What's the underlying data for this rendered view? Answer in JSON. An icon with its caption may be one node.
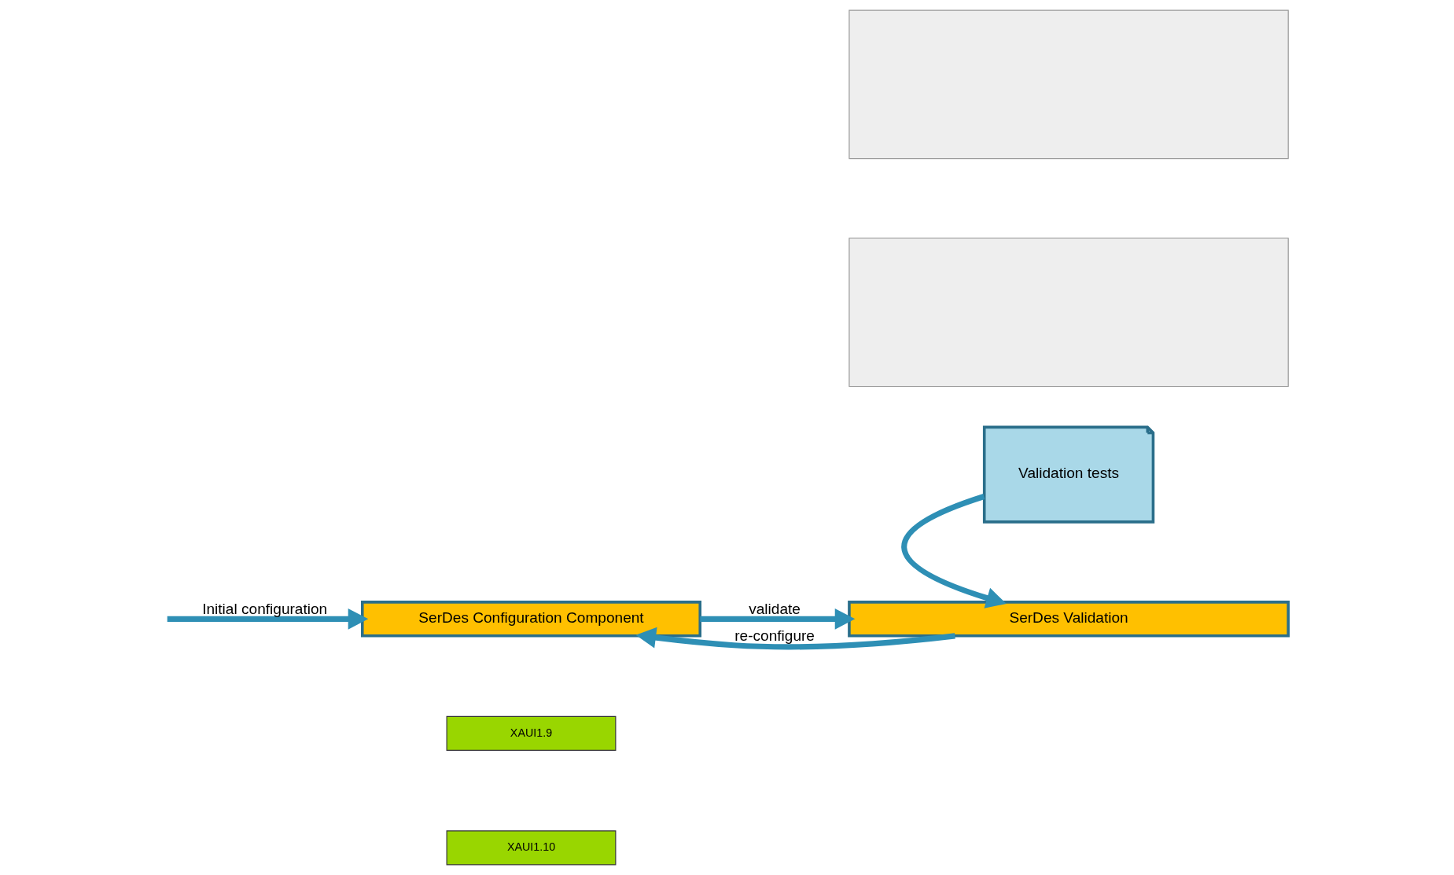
{
  "diagram": {
    "nodes": [
      {
        "text": [
          "SerDes Configuration Component"
        ]
      },
      {
        "text": [
          "XAUI1.9"
        ]
      },
      {
        "text": [
          "XAUI1.10"
        ]
      },
      {
        "text": [
          "Validation tests"
        ]
      },
      {
        "text": [
          "SerDes Validation"
        ]
      },
      {
        "text": [],
        "shape": "box"
      },
      {
        "text": [],
        "shape": "box"
      }
    ],
    "edges": [
      {
        "from": null,
        "to": 0,
        "arrow": "to",
        "label": "Initial configuration"
      },
      {
        "from": 0,
        "to": 4,
        "arrow": "to",
        "label": "validate"
      },
      {
        "from": 4,
        "to": 0,
        "arrow": "to",
        "label": "re-configure"
      },
      {
        "from": 3,
        "to": 4,
        "arrow": "to"
      }
    ]
  }
}
